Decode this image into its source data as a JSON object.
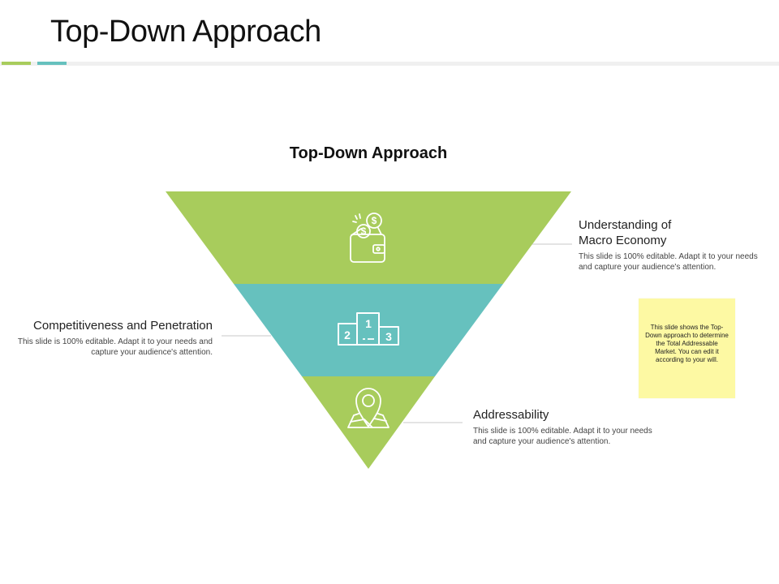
{
  "slide": {
    "title": "Top-Down Approach"
  },
  "diagram": {
    "title": "Top-Down Approach",
    "colors": {
      "green": "#a8cc5c",
      "teal": "#66c1be",
      "icon_stroke": "#ffffff",
      "note": "#fdf9a3"
    },
    "levels": [
      {
        "icon": "wallet-coins-icon",
        "heading": "Understanding of Macro Economy",
        "heading_line1": "Understanding of",
        "heading_line2": "Macro Economy",
        "body": "This slide is 100% editable.  Adapt it to your needs and capture your audience's attention."
      },
      {
        "icon": "podium-icon",
        "heading": "Competitiveness and Penetration",
        "body": "This slide is 100% editable.  Adapt it to your needs and capture your audience's attention.",
        "podium_labels": [
          "2",
          "1",
          "3"
        ]
      },
      {
        "icon": "map-pin-icon",
        "heading": "Addressability",
        "body": "This slide is 100% editable.  Adapt it to your needs and capture your audience's attention."
      }
    ]
  },
  "note": {
    "text": "This slide shows the Top-Down approach to determine the Total Addressable Market. You can edit it according to your will."
  }
}
